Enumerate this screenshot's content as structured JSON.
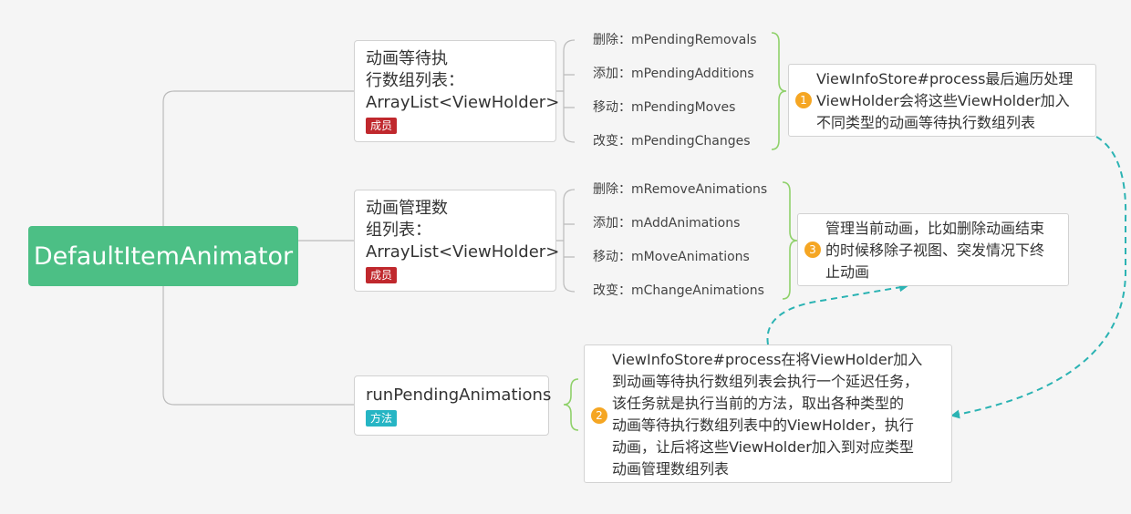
{
  "root": {
    "title": "DefaultItemAnimator"
  },
  "topics": [
    {
      "title": "动画等待执\n行数组列表：\nArrayList<ViewHolder>",
      "tag": "成员",
      "tag_color": "#c0282d"
    },
    {
      "title": "动画管理数\n组列表：\nArrayList<ViewHolder>",
      "tag": "成员",
      "tag_color": "#c0282d"
    },
    {
      "title": "runPendingAnimations",
      "tag": "方法",
      "tag_color": "#26b5c4"
    }
  ],
  "pending_items": [
    "删除：mPendingRemovals",
    "添加：mPendingAdditions",
    "移动：mPendingMoves",
    "改变：mPendingChanges"
  ],
  "animation_items": [
    "删除：mRemoveAnimations",
    "添加：mAddAnimations",
    "移动：mMoveAnimations",
    "改变：mChangeAnimations"
  ],
  "notes": [
    {
      "number": "1",
      "text": "ViewInfoStore#process最后遍历处理\nViewHolder会将这些ViewHolder加入\n不同类型的动画等待执行数组列表"
    },
    {
      "number": "3",
      "text": "管理当前动画，比如删除动画结束\n的时候移除子视图、突发情况下终\n止动画"
    },
    {
      "number": "2",
      "text": "ViewInfoStore#process在将ViewHolder加入\n到动画等待执行数组列表会执行一个延迟任务，\n该任务就是执行当前的方法，取出各种类型的\n动画等待执行数组列表中的ViewHolder，执行\n动画，让后将这些ViewHolder加入到对应类型\n动画管理数组列表"
    }
  ],
  "colors": {
    "root": "#4cbf85",
    "connector": "#bbbbbb",
    "brace": "#8fd16a",
    "dashed_arrow": "#2bb3b3",
    "badge": "#f5a623"
  }
}
